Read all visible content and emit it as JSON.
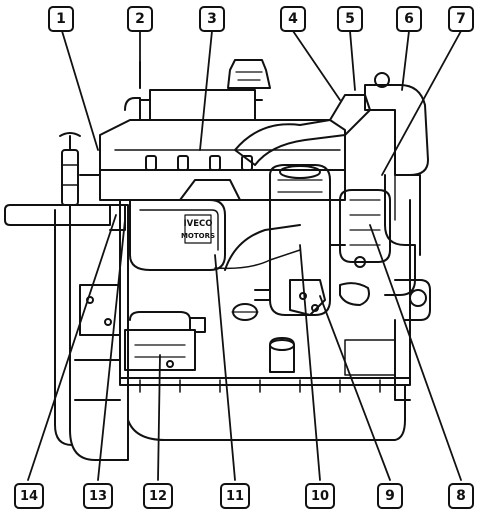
{
  "callouts": {
    "c1": "1",
    "c2": "2",
    "c3": "3",
    "c4": "4",
    "c5": "5",
    "c6": "6",
    "c7": "7",
    "c8": "8",
    "c9": "9",
    "c10": "10",
    "c11": "11",
    "c12": "12",
    "c13": "13",
    "c14": "14"
  },
  "brand": {
    "line1": "IVECO",
    "line2": "MOTORS"
  }
}
